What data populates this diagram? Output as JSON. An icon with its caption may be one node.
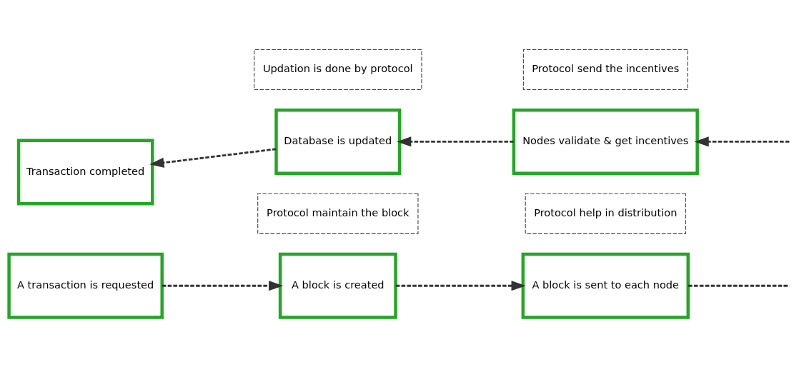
{
  "diagram": {
    "nodes": [
      {
        "text": [
          "A transaction is requested"
        ]
      },
      {
        "text": [
          "A block is created"
        ]
      },
      {
        "text": [
          "A block is sent to each node"
        ]
      },
      {
        "text": [
          "Protocol maintain the block"
        ]
      },
      {
        "text": [
          "Protocol help in distribution"
        ]
      },
      {
        "text": [
          "Transaction completed"
        ]
      },
      {
        "text": [
          "Database is updated"
        ]
      },
      {
        "text": [
          "Nodes validate & get incentives"
        ]
      },
      {
        "text": [
          "Updation is done by protocol"
        ]
      },
      {
        "text": [
          "Protocol send the incentives"
        ]
      }
    ],
    "edges": [
      {
        "from": 0,
        "to": 1,
        "arrow": "to",
        "style": "dashed"
      },
      {
        "from": 1,
        "to": 2,
        "arrow": "to",
        "style": "dashed"
      },
      {
        "from": 2,
        "to": null,
        "arrow": "none",
        "style": "dashed"
      },
      {
        "from": null,
        "to": 7,
        "arrow": "to",
        "style": "dashed"
      },
      {
        "from": 7,
        "to": 6,
        "arrow": "to",
        "style": "dashed"
      },
      {
        "from": 6,
        "to": 5,
        "arrow": "to",
        "style": "dashed"
      }
    ]
  }
}
